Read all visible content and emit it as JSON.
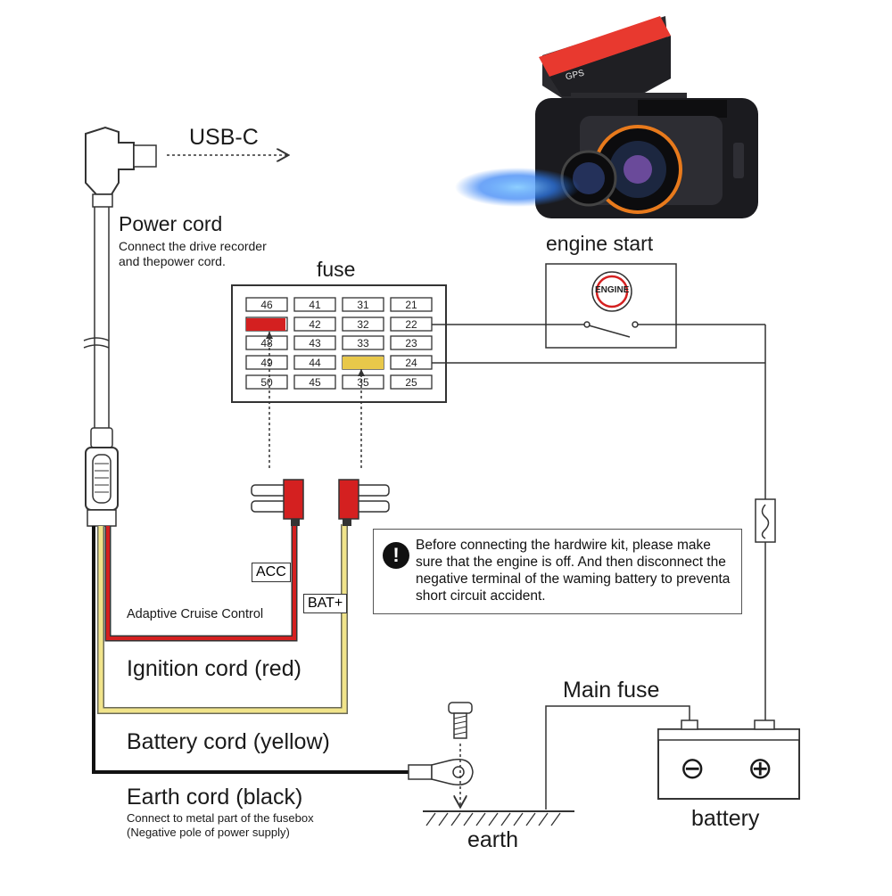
{
  "labels": {
    "usb_c": "USB-C",
    "power_cord": "Power cord",
    "power_cord_note_1": "Connect the drive recorder",
    "power_cord_note_2": "and thepower cord.",
    "fuse": "fuse",
    "engine_start": "engine start",
    "engine_button": "ENGINE",
    "gps": "GPS",
    "acc": "ACC",
    "bat_plus": "BAT+",
    "adaptive_cruise_control": "Adaptive Cruise Control",
    "ignition_cord": "Ignition cord (red)",
    "battery_cord": "Battery cord (yellow)",
    "earth_cord": "Earth cord (black)",
    "earth_cord_note_1": "Connect to metal part of the fusebox",
    "earth_cord_note_2": "(Negative pole of power supply)",
    "main_fuse": "Main fuse",
    "battery": "battery",
    "earth": "earth",
    "minus": "⊖",
    "plus": "⊕"
  },
  "warning": {
    "icon": "!",
    "text": "Before connecting the hardwire kit, please make sure that the engine is off. And then disconnect the negative terminal of the waming battery to preventa short circuit accident."
  },
  "fuse_box": {
    "rows": [
      [
        "46",
        "41",
        "31",
        "21"
      ],
      [
        "",
        "42",
        "32",
        "22"
      ],
      [
        "48",
        "43",
        "33",
        "23"
      ],
      [
        "49",
        "44",
        "",
        "24"
      ],
      [
        "50",
        "45",
        "35",
        "25"
      ]
    ]
  },
  "colors": {
    "red_wire": "#d42020",
    "yellow_wire": "#f1e48a",
    "black_wire": "#111111",
    "red_fuse": "#d42020",
    "yellow_fuse": "#e8c84a",
    "camera_body": "#1b1b1f",
    "camera_mount": "#e8392f",
    "lens_blue": "#3a8bff"
  }
}
